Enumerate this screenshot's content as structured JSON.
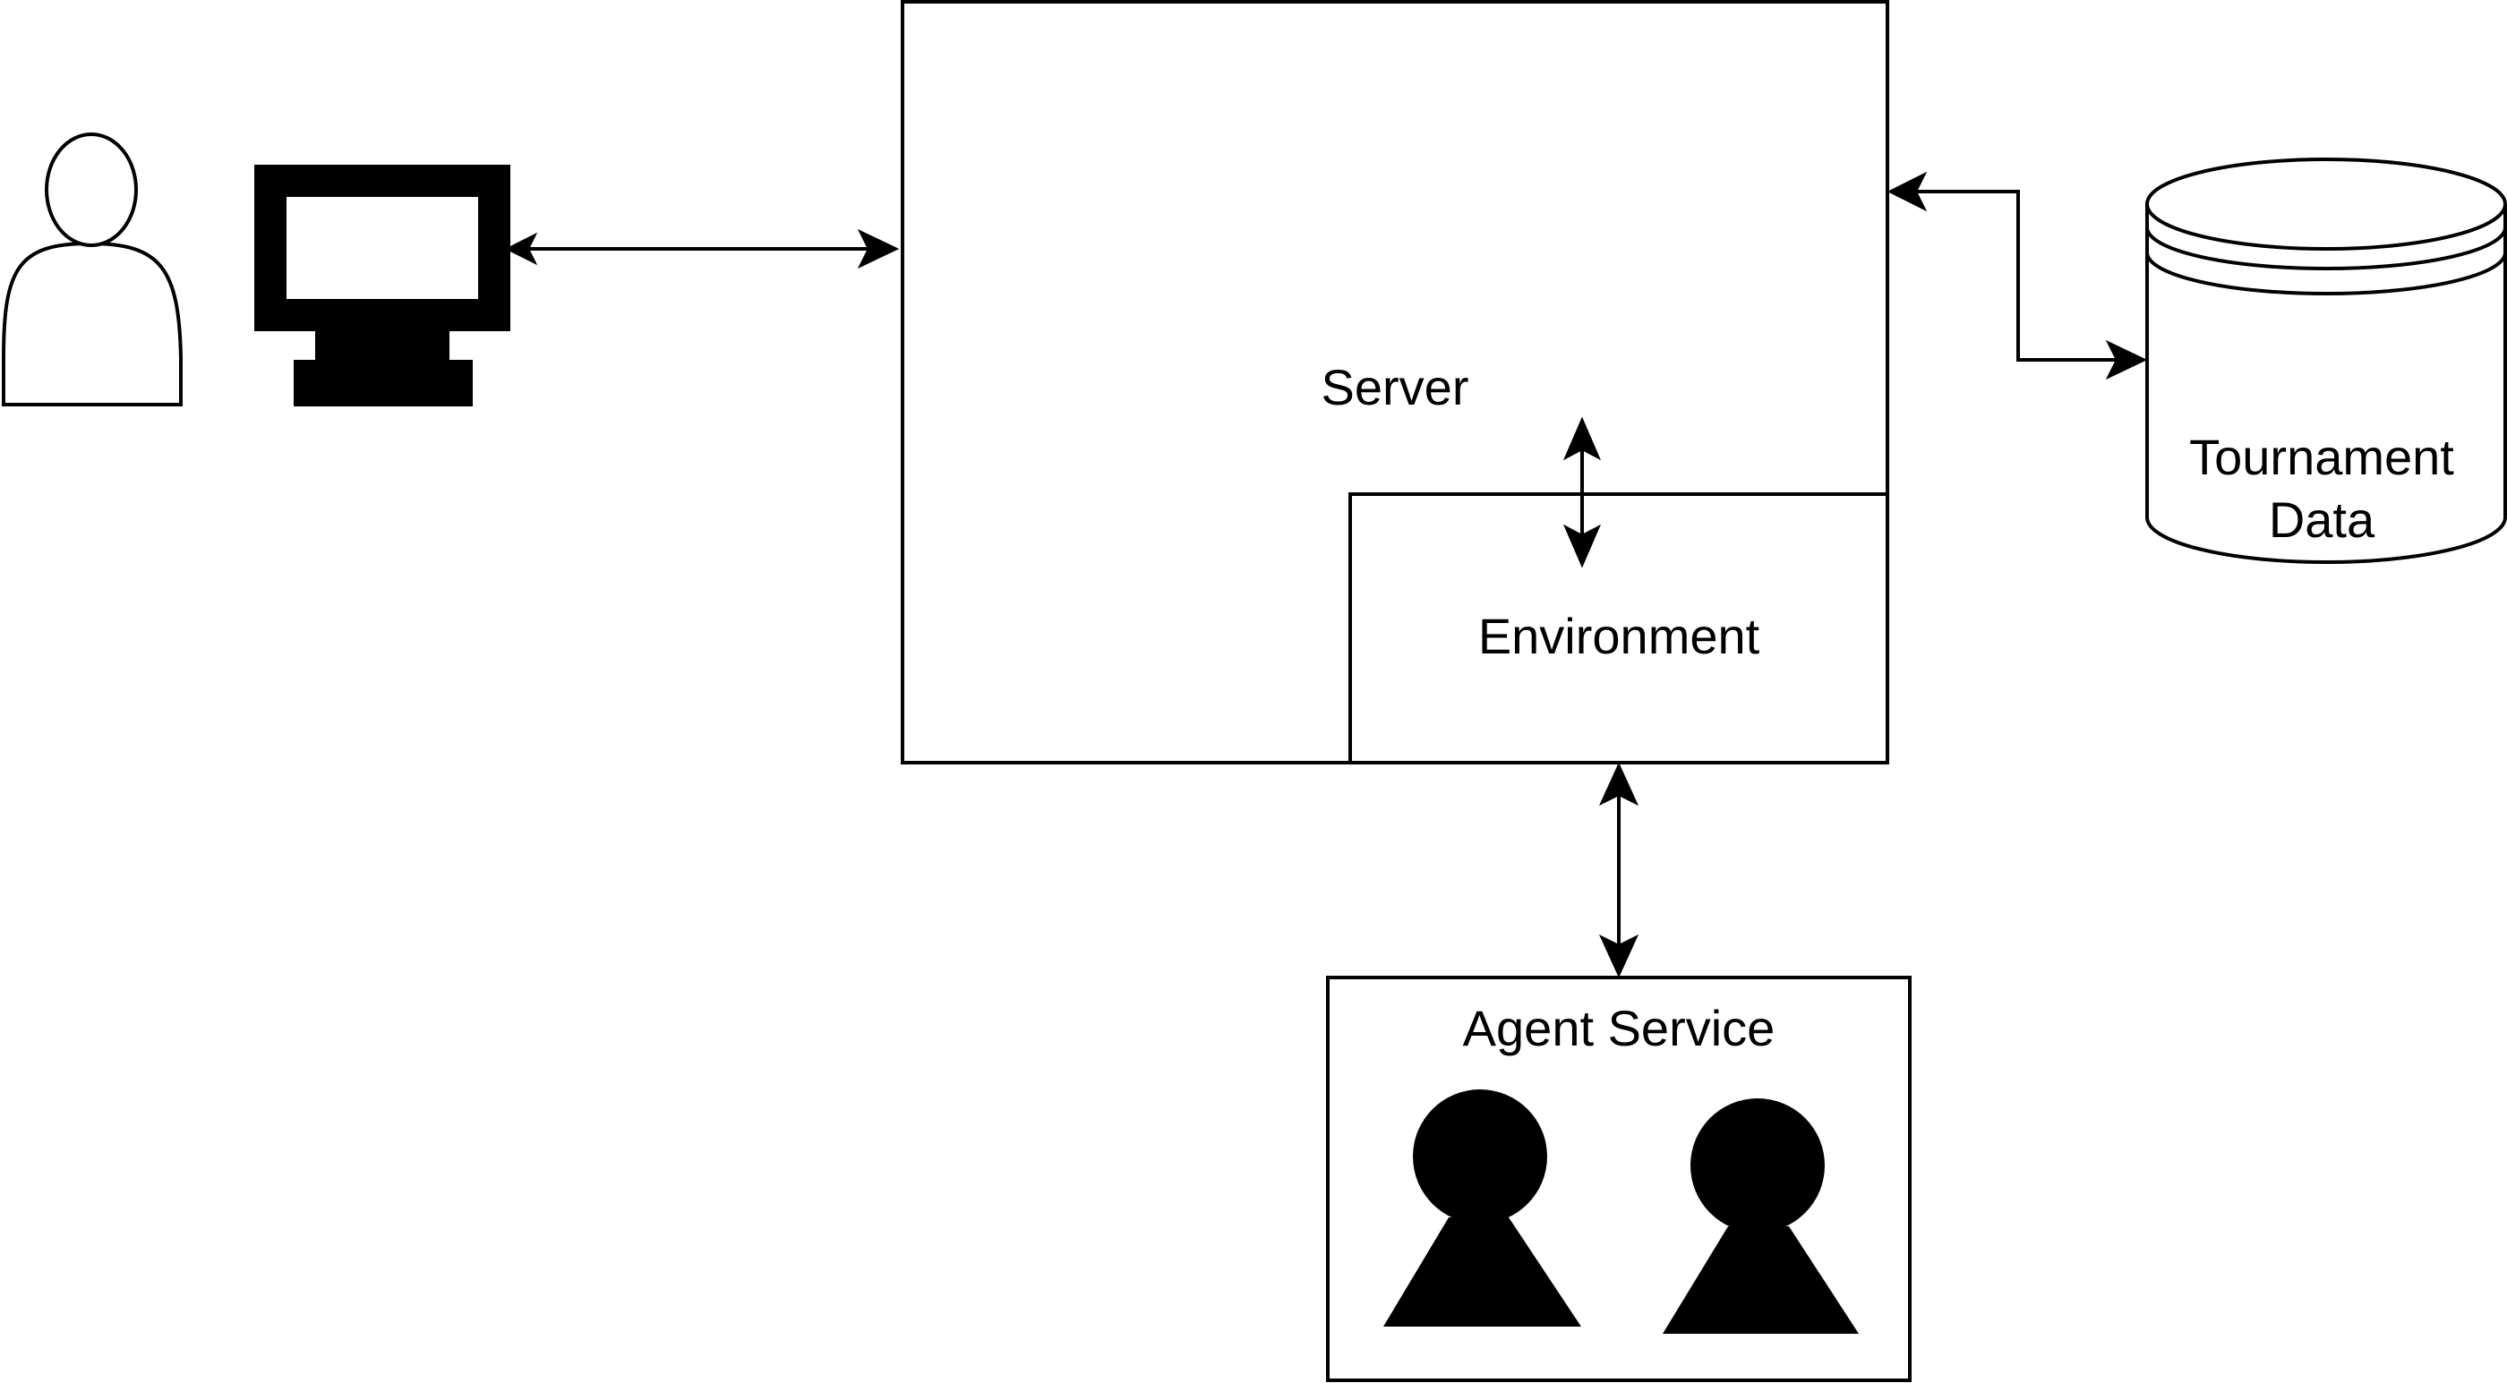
{
  "nodes": {
    "user": {
      "icon": "user-icon"
    },
    "computer": {
      "icon": "computer-monitor-icon"
    },
    "server": {
      "label": "Server"
    },
    "environment": {
      "label": "Environment"
    },
    "database": {
      "icon": "database-cylinder-icon",
      "label_line1": "Tournament",
      "label_line2": "Data"
    },
    "agent_service": {
      "label": "Agent Service",
      "agents": [
        {
          "icon": "agent-pawn-icon"
        },
        {
          "icon": "agent-pawn-icon"
        }
      ]
    }
  },
  "edges": [
    {
      "from": "computer",
      "to": "server",
      "direction": "both"
    },
    {
      "from": "server",
      "to": "database",
      "direction": "both"
    },
    {
      "from": "server",
      "to": "environment",
      "direction": "both"
    },
    {
      "from": "environment",
      "to": "agent_service",
      "direction": "both"
    }
  ],
  "colors": {
    "stroke": "#000000",
    "fill": "#ffffff"
  }
}
